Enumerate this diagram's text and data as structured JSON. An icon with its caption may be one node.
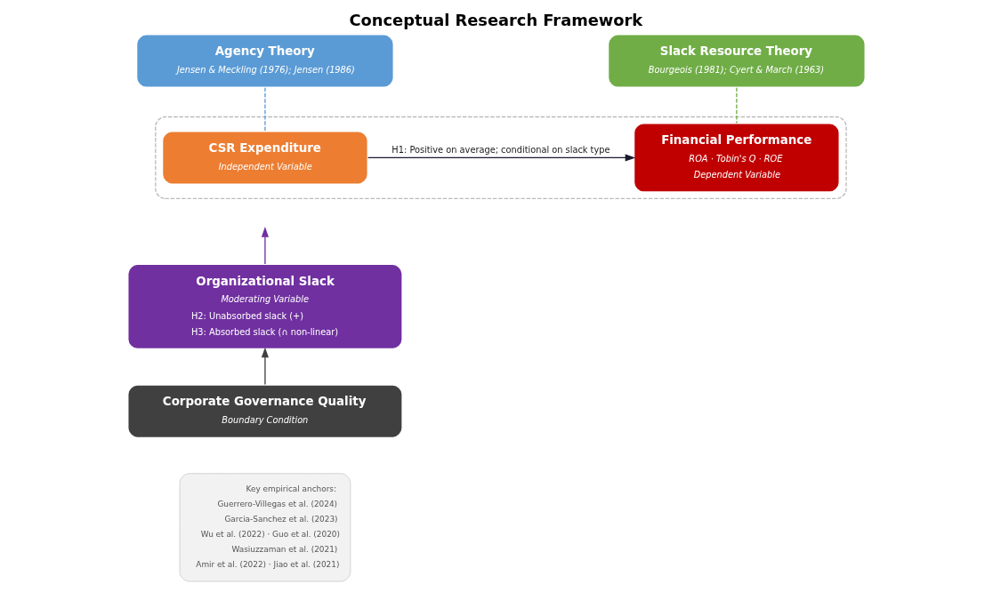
{
  "diagram": {
    "title": "Conceptual Research Framework",
    "nodes": [
      {
        "text": [
          "Agency Theory",
          "Jensen & Meckling (1976); Jensen (1986)"
        ]
      },
      {
        "text": [
          "Slack Resource Theory",
          "Bourgeois (1981); Cyert & March (1963)"
        ]
      },
      {
        "text": [],
        "shape": "box"
      },
      {
        "text": [
          "CSR Expenditure",
          "Independent Variable"
        ],
        "in": 2
      },
      {
        "text": [
          "Financial Performance",
          "ROA · Tobin's Q · ROE",
          "Dependent Variable"
        ],
        "in": 2
      },
      {
        "text": [
          "Organizational Slack",
          "Moderating Variable",
          "H2: Unabsorbed slack (+)",
          "H3: Absorbed slack (∩ non-linear)"
        ]
      },
      {
        "text": [
          "Corporate Governance Quality",
          "Boundary Condition"
        ]
      },
      {
        "text": [
          "Key empirical anchors:",
          "Guerrero-Villegas et al. (2024)",
          "Garcia-Sanchez et al. (2023)",
          "Wu et al. (2022) · Guo et al. (2020)",
          "Wasiuzzaman et al. (2021)",
          "Amir et al. (2022) · Jiao et al. (2021)"
        ]
      }
    ],
    "edges": [
      {
        "from": 0,
        "to": 3,
        "arrow": "none",
        "style": "dashed",
        "color": "#5b9bd5"
      },
      {
        "from": 1,
        "to": 4,
        "arrow": "none",
        "style": "dashed",
        "color": "#70ad47"
      },
      {
        "from": 3,
        "to": 4,
        "arrow": "to",
        "label": "H1: Positive on average; conditional on slack type",
        "color": "#1a1a2e"
      },
      {
        "from": 5,
        "to": null,
        "arrow": "to",
        "color": "#7030a0"
      },
      {
        "from": 6,
        "to": 5,
        "arrow": "to",
        "color": "#404040"
      }
    ]
  }
}
